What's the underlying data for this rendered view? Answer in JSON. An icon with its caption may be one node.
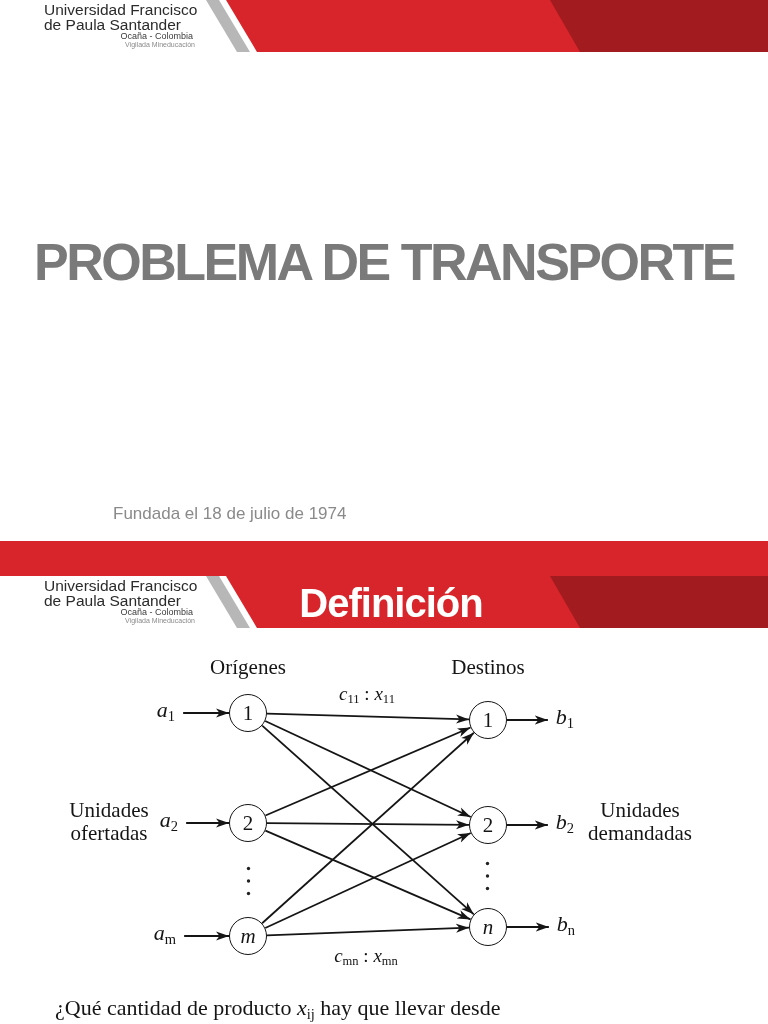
{
  "diagram": {
    "title": "PROBLEMA DE TRANSPORTE",
    "nodes": [
      {
        "text": [
          "*a*$_{1}$"
        ]
      },
      {
        "text": [
          "1"
        ]
      },
      {
        "text": [
          "1"
        ]
      },
      {
        "text": [
          "*b*$_{1}$"
        ]
      },
      {
        "text": [
          "*a*$_{2}$"
        ]
      },
      {
        "text": [
          "2"
        ]
      },
      {
        "text": [
          "2"
        ]
      },
      {
        "text": [
          "*b*$_{2}$"
        ]
      },
      {
        "text": [
          "*a*$_{m}$"
        ]
      },
      {
        "text": [
          "m"
        ]
      },
      {
        "text": [
          "n"
        ]
      },
      {
        "text": [
          "*b*$_{n}$"
        ]
      }
    ],
    "edges": [
      {
        "from": 0,
        "to": 1,
        "arrow": "to"
      },
      {
        "from": 4,
        "to": 5,
        "arrow": "to"
      },
      {
        "from": 8,
        "to": 9,
        "arrow": "to"
      },
      {
        "from": 1,
        "to": 2,
        "arrow": "to",
        "label": "*c*$_{11}$ : *x*$_{11}$"
      },
      {
        "from": 1,
        "to": 6,
        "arrow": "to"
      },
      {
        "from": 1,
        "to": 10,
        "arrow": "to"
      },
      {
        "from": 5,
        "to": 2,
        "arrow": "to"
      },
      {
        "from": 5,
        "to": 6,
        "arrow": "to"
      },
      {
        "from": 5,
        "to": 10,
        "arrow": "to"
      },
      {
        "from": 9,
        "to": 2,
        "arrow": "to"
      },
      {
        "from": 9,
        "to": 6,
        "arrow": "to"
      },
      {
        "from": 9,
        "to": 10,
        "arrow": "to",
        "label": "*c*$_{mn}$ : *x*$_{mn}$"
      },
      {
        "from": 2,
        "to": 3,
        "arrow": "to"
      },
      {
        "from": 6,
        "to": 7,
        "arrow": "to"
      },
      {
        "from": 10,
        "to": 11,
        "arrow": "to"
      }
    ],
    "labels": [
      "Universidad Francisco de Paula Santander",
      "Ocaña - Colombia",
      "Vigilada Mineducación",
      "Fundada el 18 de julio de 1974",
      "Universidad Francisco de Paula Santander",
      "Ocaña - Colombia",
      "Vigilada Mineducación",
      "Definición",
      "Orígenes",
      "Destinos",
      "Unidades ofertadas",
      "Unidades demandadas",
      "¿Qué cantidad de producto *x*$_{ij}$ hay que llevar desde"
    ]
  }
}
